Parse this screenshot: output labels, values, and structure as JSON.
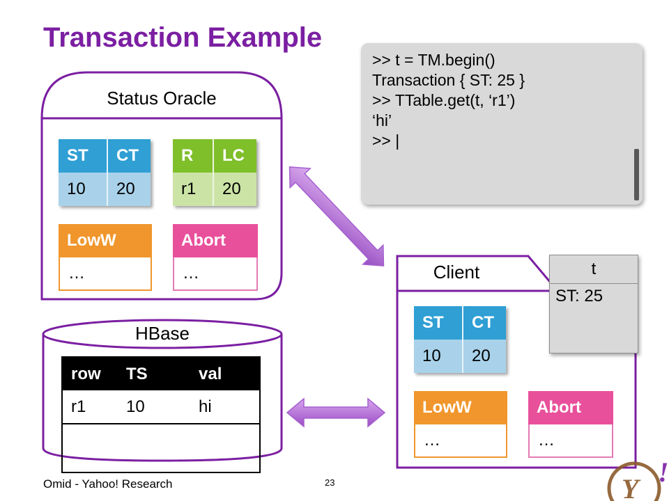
{
  "slide": {
    "title": "Transaction Example",
    "footer_text": "Omid - Yahoo! Research",
    "page_number": "23"
  },
  "console": {
    "lines": [
      ">> t = TM.begin()",
      "Transaction { ST: 25 }",
      ">> TTable.get(t, ‘r1’)",
      "‘hi’",
      ">>  |"
    ]
  },
  "status_oracle": {
    "label": "Status Oracle",
    "st_ct": {
      "headers": [
        "ST",
        "CT"
      ],
      "row": [
        "10",
        "20"
      ]
    },
    "r_lc": {
      "headers": [
        "R",
        "LC"
      ],
      "row": [
        "r1",
        "20"
      ]
    },
    "loww": {
      "header": "LowW",
      "value": "…"
    },
    "abort": {
      "header": "Abort",
      "value": "…"
    }
  },
  "hbase": {
    "label": "HBase",
    "headers": [
      "row",
      "TS",
      "val"
    ],
    "rows": [
      [
        "r1",
        "10",
        "hi"
      ],
      [
        "",
        "",
        ""
      ]
    ]
  },
  "client": {
    "label": "Client",
    "st_ct": {
      "headers": [
        "ST",
        "CT"
      ],
      "row": [
        "10",
        "20"
      ]
    },
    "loww": {
      "header": "LowW",
      "value": "…"
    },
    "abort": {
      "header": "Abort",
      "value": "…"
    },
    "transaction": {
      "header": "t",
      "value": "ST: 25"
    }
  },
  "colors": {
    "title": "#7b1fa2",
    "frame": "#7b1fa2",
    "blue_header": "#2f9fd4",
    "blue_body": "#a9d2ea",
    "green_header": "#7fbf2a",
    "green_body": "#cbe4a6",
    "orange_header": "#f0962c",
    "orange_border": "#f0962c",
    "pink_header": "#e8509b",
    "pink_border": "#e37ab4",
    "arrow": "#b86cd9"
  }
}
